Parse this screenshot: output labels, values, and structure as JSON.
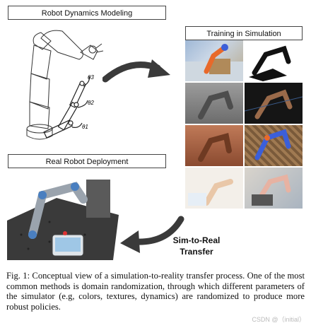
{
  "panels": {
    "modeling_title": "Robot Dynamics Modeling",
    "simulation_title": "Training in Simulation",
    "deployment_title": "Real Robot Deployment",
    "transfer_label_line1": "Sim-to-Real",
    "transfer_label_line2": "Transfer"
  },
  "joint_labels": [
    "θ3",
    "θ2",
    "θ1"
  ],
  "caption": "Fig. 1: Conceptual view of a simulation-to-reality transfer process. One of the most common methods is domain randomization, through which different parameters of the simulator (e.g, colors, textures, dynamics) are randomized to produce more robust policies.",
  "watermark": "CSDN @（initial）",
  "colors": {
    "arrow": "#3a3a3a",
    "orange_robot": "#e8692a",
    "blue_robot": "#3b5fd9"
  }
}
